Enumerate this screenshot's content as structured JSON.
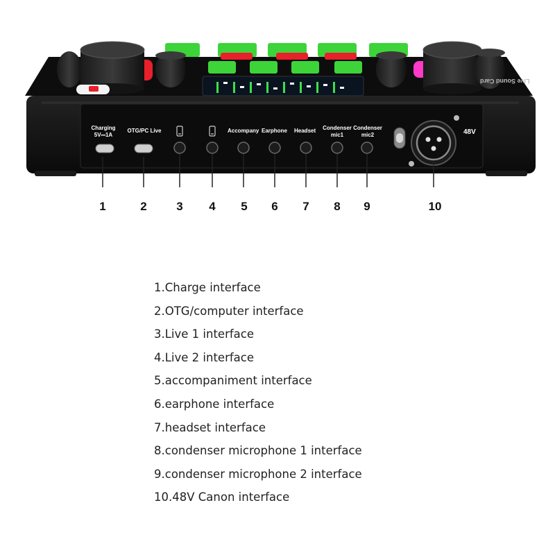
{
  "device": {
    "port_labels": {
      "charging_line1": "Charging",
      "charging_line2": "5V⎓1A",
      "otg": "OTG/PC Live",
      "accompany": "Accompany",
      "earphone": "Earphone",
      "headset": "Headset",
      "condenser1_line1": "Condenser",
      "condenser1_line2": "mic1",
      "condenser2_line1": "Condenser",
      "condenser2_line2": "mic2",
      "phantom": "48V"
    },
    "top_text": "Live Sound Card",
    "icons": [
      "phone-icon",
      "phone-icon",
      "xlr-jack-icon"
    ],
    "colors": {
      "body": "#111111",
      "button_green": "#3dd43a",
      "button_red": "#e8202a"
    }
  },
  "callouts": [
    "1",
    "2",
    "3",
    "4",
    "5",
    "6",
    "7",
    "8",
    "9",
    "10"
  ],
  "legend": [
    "1.Charge interface",
    "2.OTG/computer interface",
    "3.Live 1 interface",
    "4.Live 2 interface",
    "5.accompaniment interface",
    "6.earphone interface",
    "7.headset interface",
    "8.condenser microphone 1 interface",
    "9.condenser microphone 2 interface",
    "10.48V Canon interface"
  ]
}
